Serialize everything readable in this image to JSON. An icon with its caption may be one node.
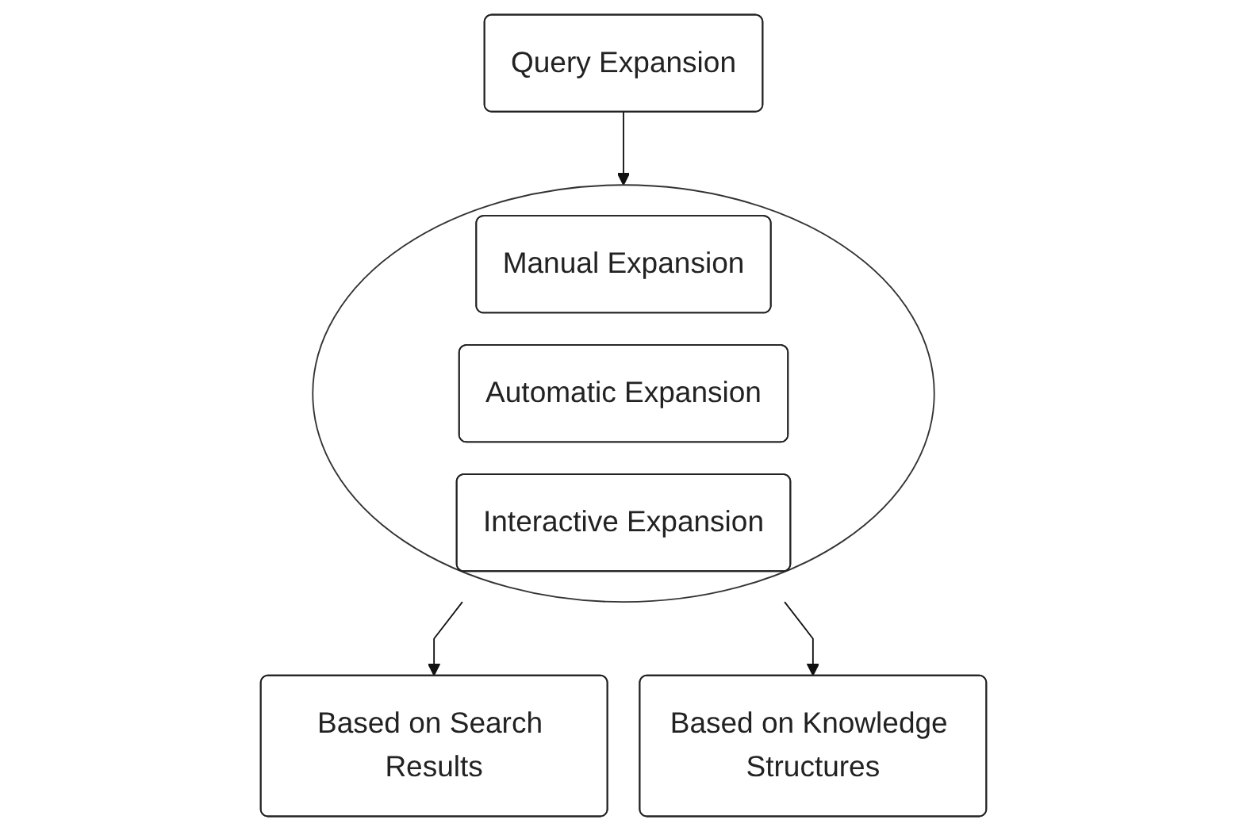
{
  "diagram": {
    "nodes": [
      {
        "text": [
          "Query Expansion"
        ]
      },
      {
        "text": [],
        "shape": "ellipse"
      },
      {
        "text": [
          "Manual Expansion"
        ],
        "in": 1
      },
      {
        "text": [
          "Automatic Expansion"
        ],
        "in": 1
      },
      {
        "text": [
          "Interactive Expansion"
        ],
        "in": 1
      },
      {
        "text": [
          "Based on Search Results"
        ]
      },
      {
        "text": [
          "Based on Knowledge Structures"
        ]
      }
    ],
    "edges": [
      {
        "from": 0,
        "to": 1,
        "arrow": "to"
      },
      {
        "from": 1,
        "to": 5,
        "arrow": "to"
      },
      {
        "from": 1,
        "to": 6,
        "arrow": "to"
      }
    ]
  }
}
